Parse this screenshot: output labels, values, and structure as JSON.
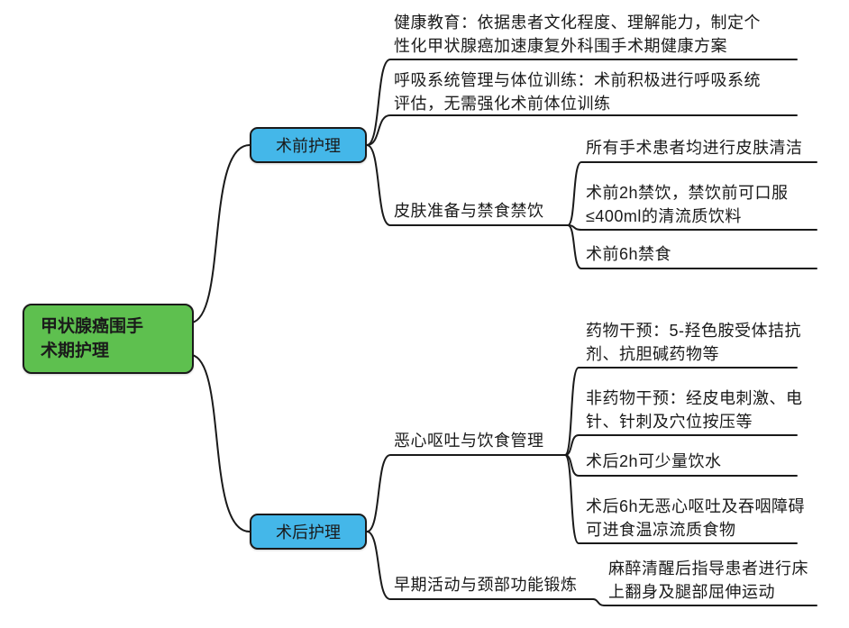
{
  "root": {
    "label": "甲状腺癌围手术期护理"
  },
  "pre": {
    "label": "术前护理",
    "items": [
      {
        "text": "健康教育：依据患者文化程度、理解能力，制定个性化甲状腺癌加速康复外科围手术期健康方案"
      },
      {
        "text": "呼吸系统管理与体位训练：术前积极进行呼吸系统评估，无需强化术前体位训练"
      },
      {
        "text": "皮肤准备与禁食禁饮",
        "children": [
          "所有手术患者均进行皮肤清洁",
          "术前2h禁饮，禁饮前可口服≤400ml的清流质饮料",
          "术前6h禁食"
        ]
      }
    ]
  },
  "post": {
    "label": "术后护理",
    "items": [
      {
        "text": "恶心呕吐与饮食管理",
        "children": [
          "药物干预：5-羟色胺受体拮抗剂、抗胆碱药物等",
          "非药物干预：经皮电刺激、电针、针刺及穴位按压等",
          "术后2h可少量饮水",
          "术后6h无恶心呕吐及吞咽障碍可进食温凉流质食物"
        ]
      },
      {
        "text": "早期活动与颈部功能锻炼",
        "children": [
          "麻醉清醒后指导患者进行床上翻身及腿部屈伸运动"
        ]
      }
    ]
  },
  "colors": {
    "root_fill": "#5ec04f",
    "branch_fill": "#44b7e9",
    "line": "#1a1a1a",
    "text": "#1a1a1a"
  }
}
